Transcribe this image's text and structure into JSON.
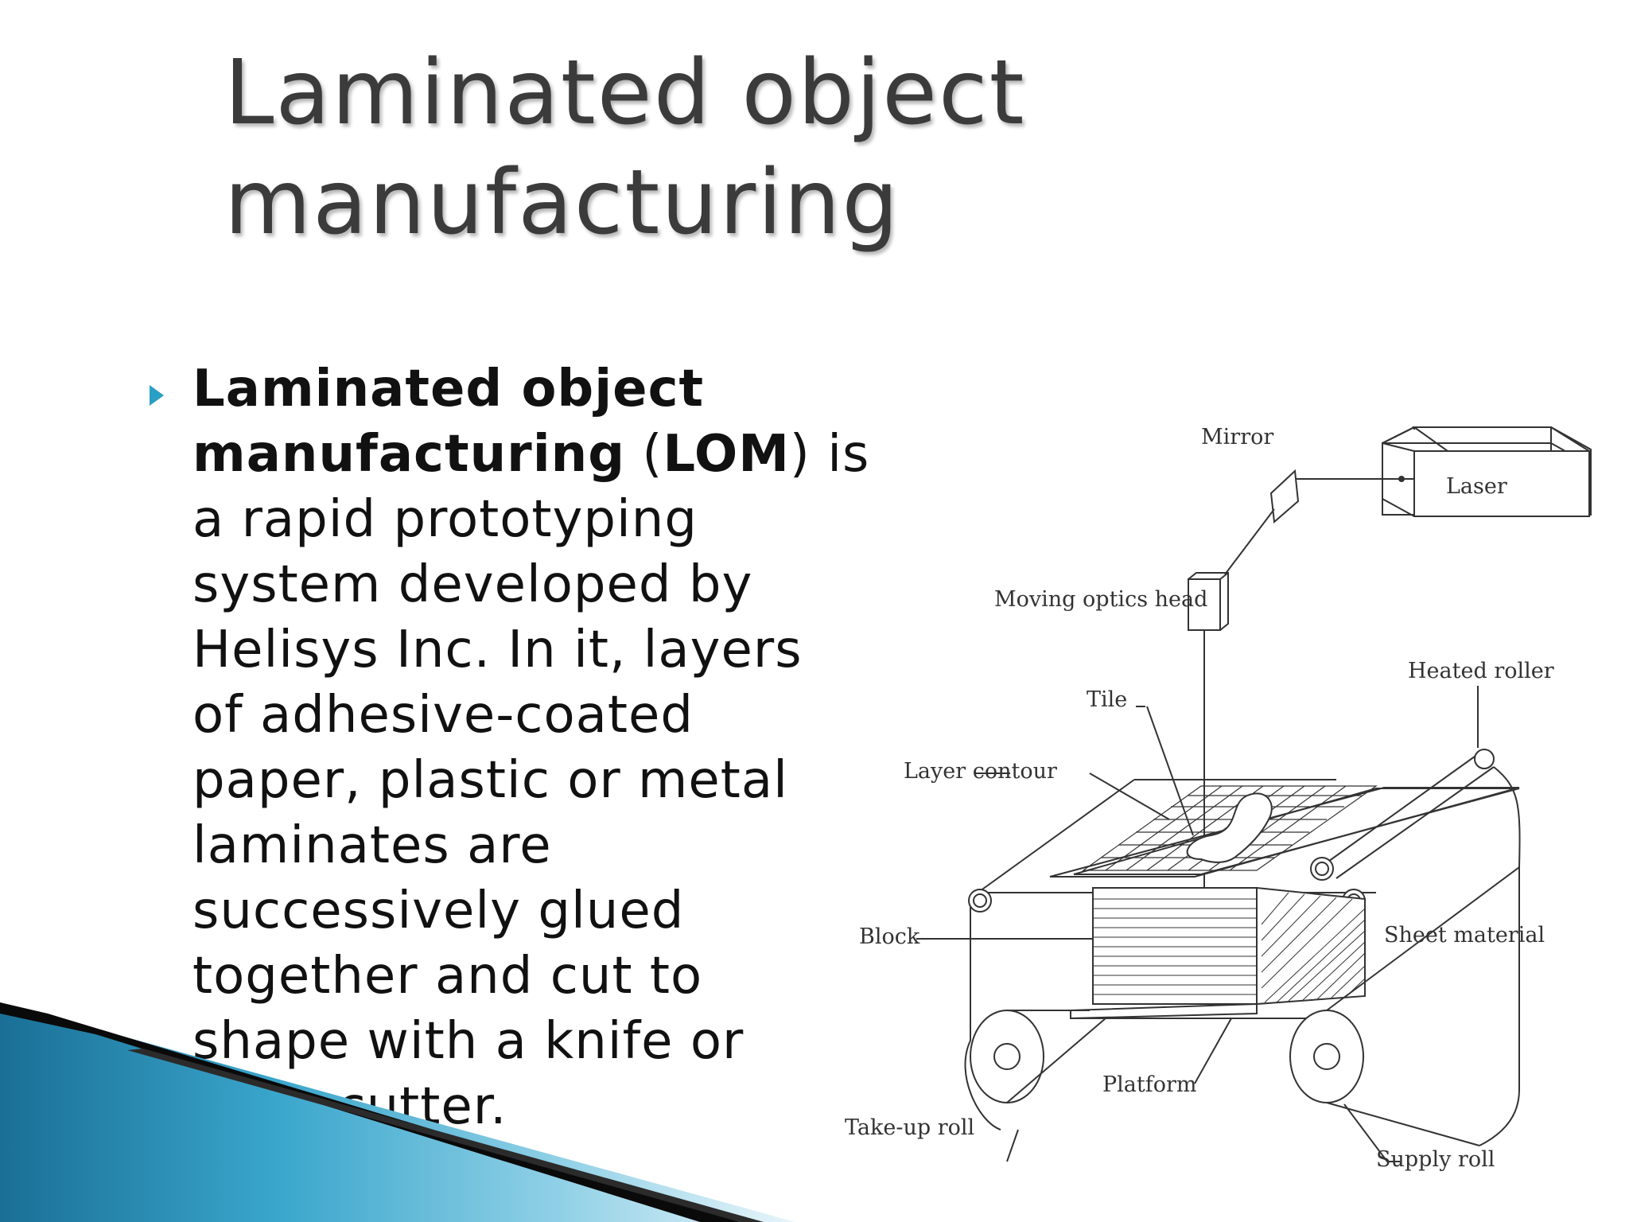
{
  "title": {
    "line1": "Laminated object",
    "line2": "manufacturing"
  },
  "bullet": {
    "icon": "triangle-right-icon",
    "icon_color": "#2a9fc4",
    "bold_term": "Laminated object",
    "bold_term_2": "manufacturing",
    "open_paren": " (",
    "abbr": "LOM",
    "after_abbr": ") is",
    "lines": [
      "a rapid prototyping",
      "system developed by",
      "Helisys Inc. In it, layers",
      "of adhesive-coated",
      "paper, plastic or metal",
      "laminates are",
      "successively glued",
      "together and cut to",
      "shape with a knife or",
      "laser cutter."
    ]
  },
  "diagram": {
    "labels": {
      "mirror": "Mirror",
      "laser": "Laser",
      "moving_optics_head": "Moving optics head",
      "heated_roller": "Heated roller",
      "tile": "Tile",
      "layer_contour": "Layer contour",
      "block": "Block",
      "sheet_material": "Sheet material",
      "platform": "Platform",
      "take_up_roll": "Take-up roll",
      "supply_roll": "Supply roll"
    }
  },
  "colors": {
    "title": "#3b3b3b",
    "swoosh_blue": "#3aa6cc",
    "swoosh_dark": "#0a0a0a"
  }
}
